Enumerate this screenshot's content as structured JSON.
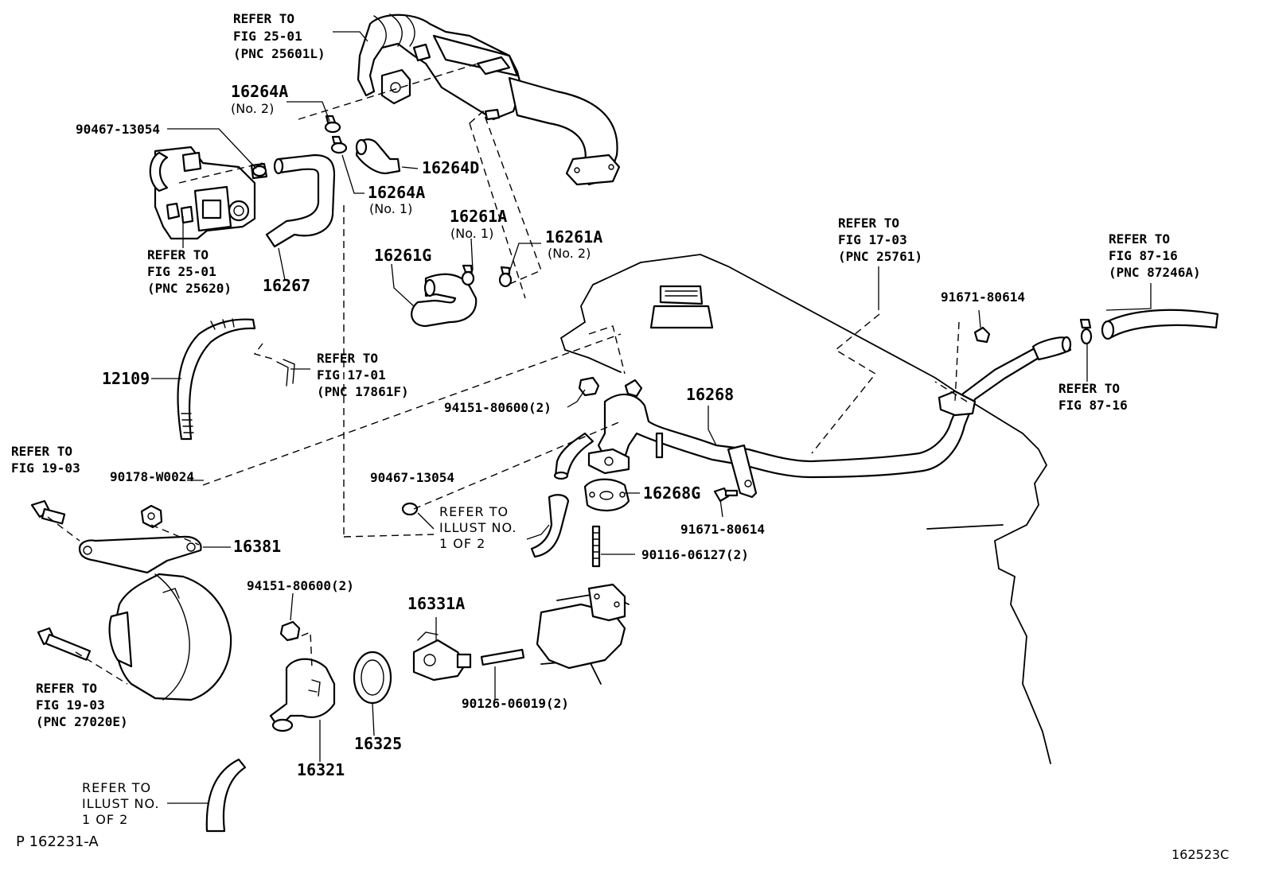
{
  "diagram_ref": "P 162231-A",
  "figure_code": "162523C",
  "refs": {
    "egr_cooler": [
      "REFER TO",
      "FIG 25-01",
      "(PNC 25601L)"
    ],
    "egr_valve": [
      "REFER TO",
      "FIG 25-01",
      "(PNC 25620)"
    ],
    "fig1701": [
      "REFER TO",
      "FIG 17-01",
      "(PNC 17861F)"
    ],
    "fig1703": [
      "REFER TO",
      "FIG 17-03",
      "(PNC 25761)"
    ],
    "fig8716_top": [
      "REFER TO",
      "FIG 87-16",
      "(PNC 87246A)"
    ],
    "fig8716_mid": [
      "REFER TO",
      "FIG 87-16"
    ],
    "fig1903_top": [
      "REFER TO",
      "FIG 19-03"
    ],
    "fig1903_bottom": [
      "REFER TO",
      "FIG 19-03",
      "(PNC 27020E)"
    ],
    "illust_mid": [
      "REFER TO",
      "ILLUST NO.",
      "1 OF 2"
    ],
    "illust_bottom": [
      "REFER TO",
      "ILLUST NO.",
      "1 OF 2"
    ]
  },
  "parts": {
    "p16264A_2": "16264A",
    "p16264A_2_note": "(No. 2)",
    "p90467_a": "90467-13054",
    "p16264D": "16264D",
    "p16264A_1": "16264A",
    "p16264A_1_note": "(No. 1)",
    "p16267": "16267",
    "p16261A_1": "16261A",
    "p16261A_1_note": "(No. 1)",
    "p16261A_2": "16261A",
    "p16261A_2_note": "(No. 2)",
    "p16261G": "16261G",
    "p12109": "12109",
    "p94151_a": "94151-80600(2)",
    "p16268": "16268",
    "p91671_a": "91671-80614",
    "p91671_b": "91671-80614",
    "p90178": "90178-W0024",
    "p90467_b": "90467-13054",
    "p16268G": "16268G",
    "p16381": "16381",
    "p90116": "90116-06127(2)",
    "p94151_b": "94151-80600(2)",
    "p16331A": "16331A",
    "p90126": "90126-06019(2)",
    "p16325": "16325",
    "p16321": "16321"
  }
}
